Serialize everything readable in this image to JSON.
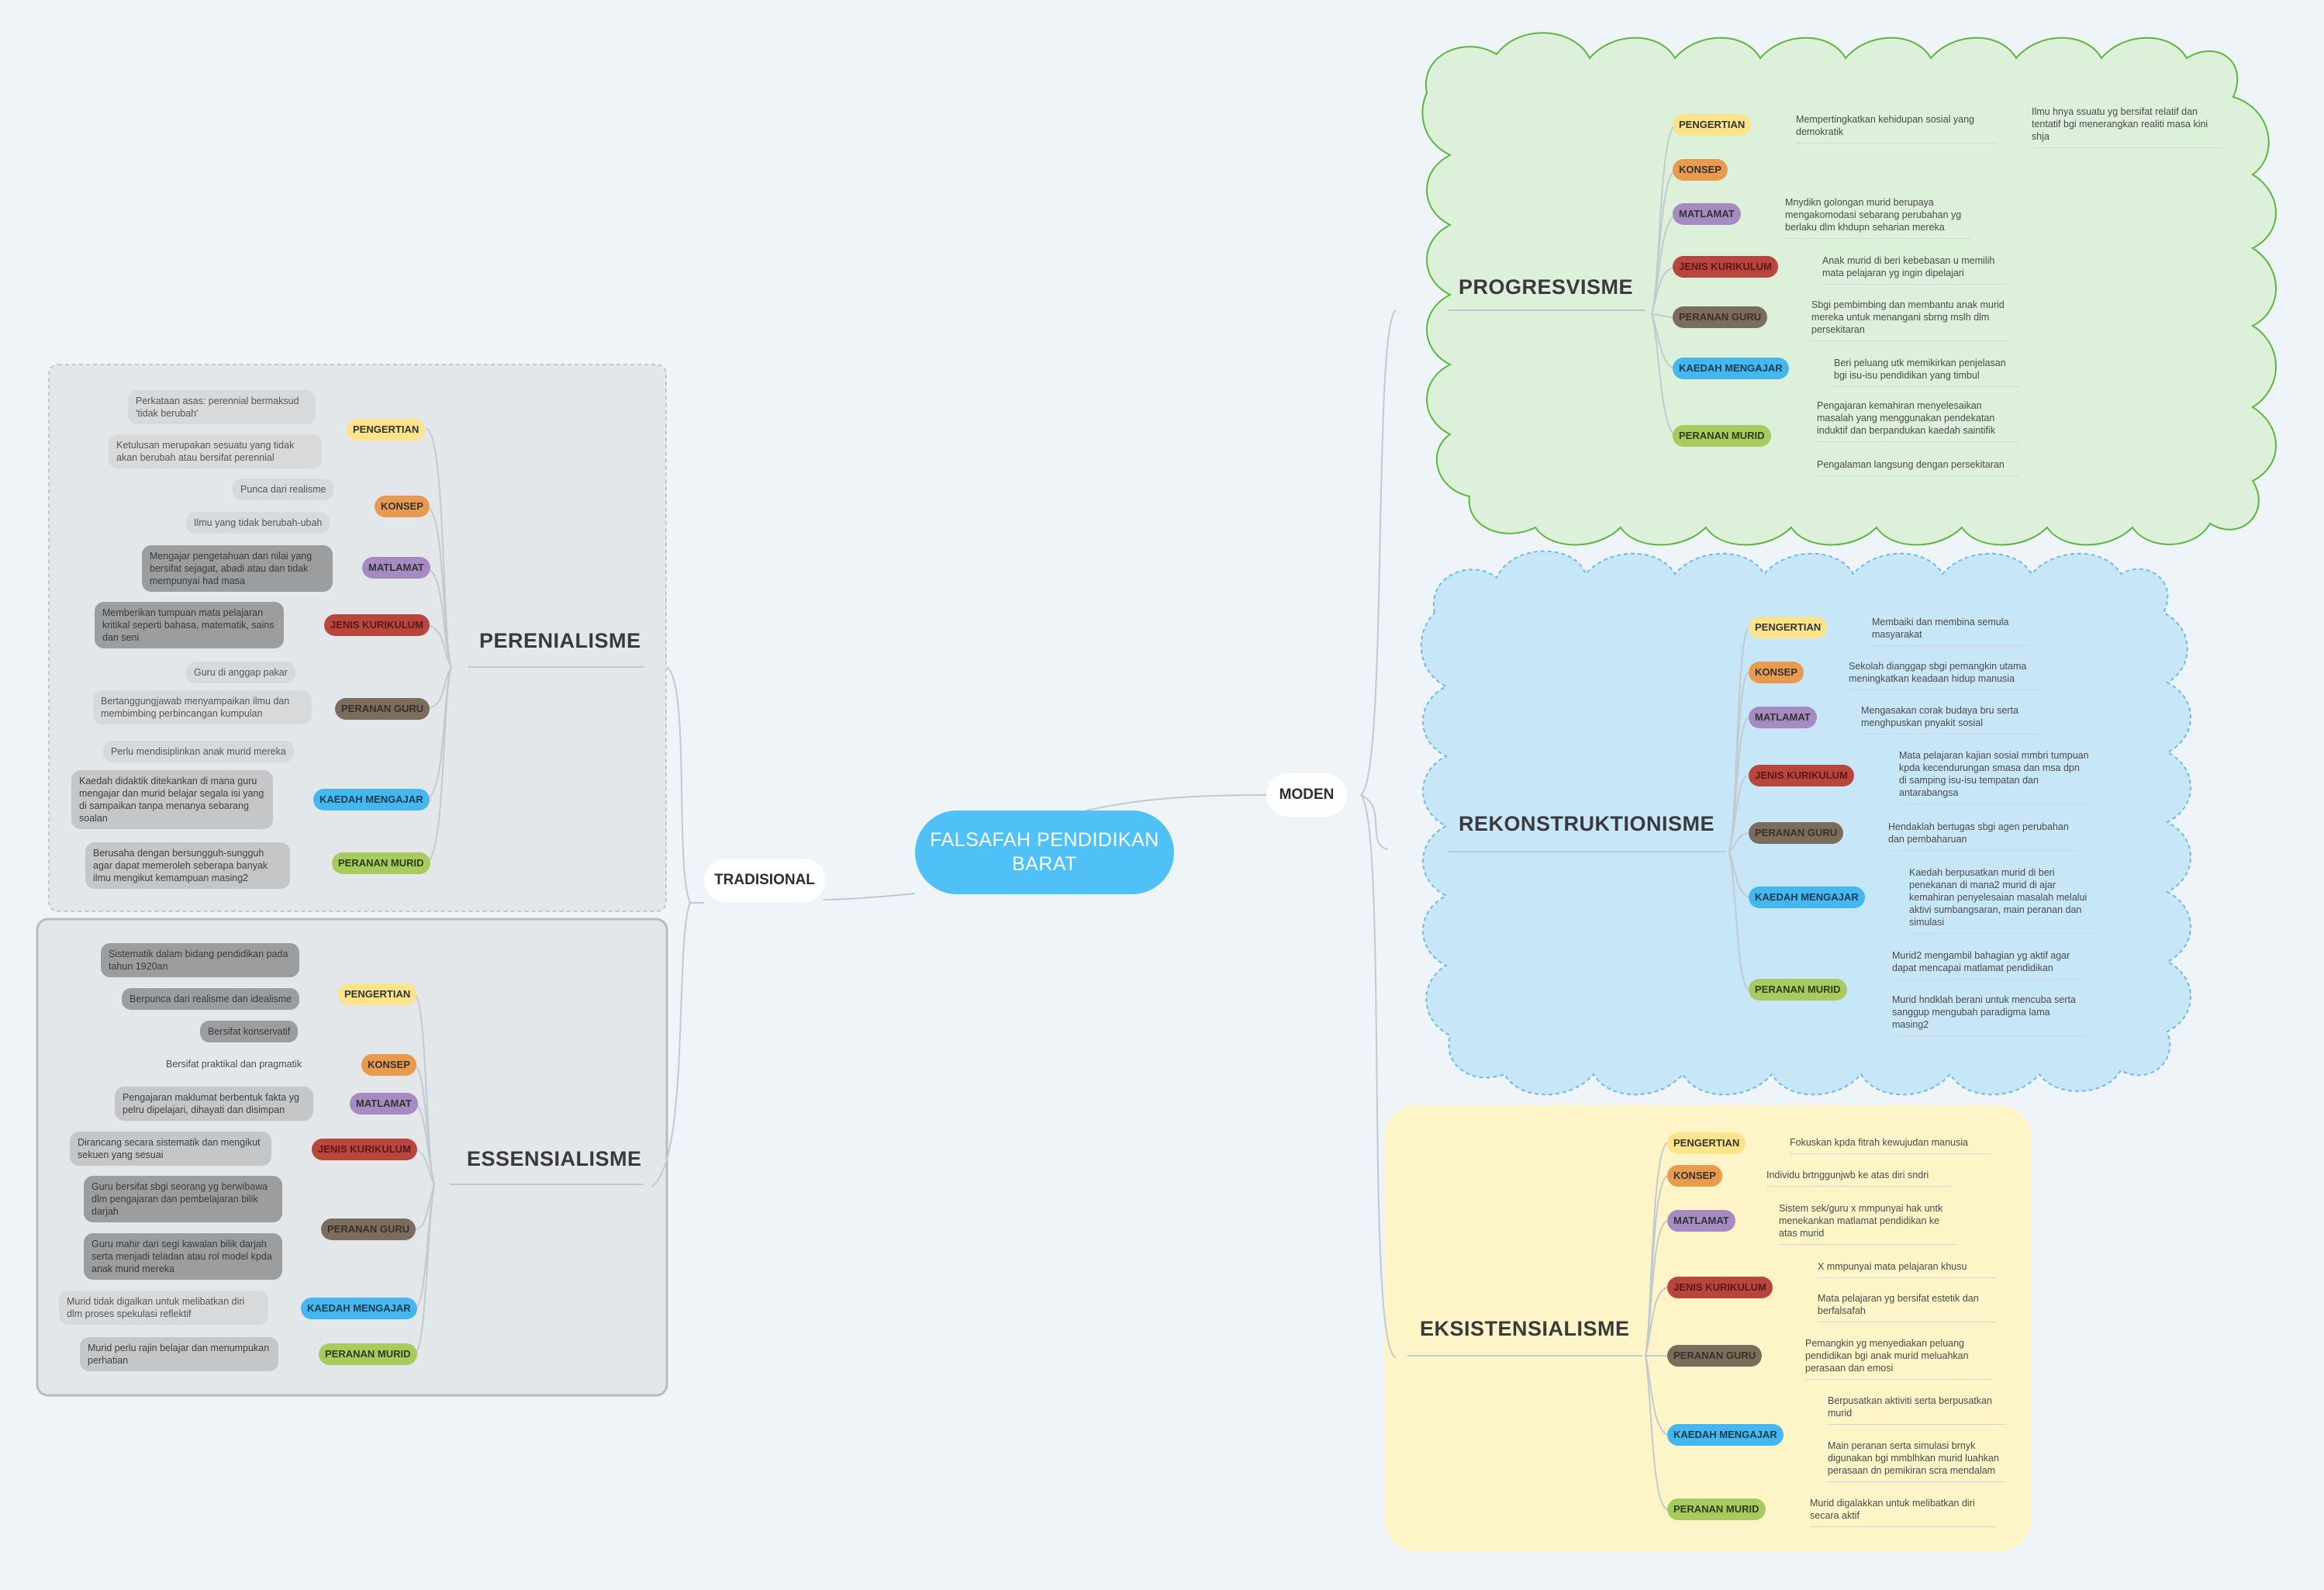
{
  "root": "FALSAFAH PENDIDIKAN BARAT",
  "branches": {
    "tradisional": "TRADISIONAL",
    "moden": "MODEN"
  },
  "perenialisme": {
    "title": "PERENIALISME",
    "pengertian": "PENGERTIAN",
    "pengertian_1": "Perkataan asas: perennial bermaksud 'tidak berubah'",
    "pengertian_2": "Ketulusan merupakan sesuatu yang tidak akan berubah atau bersifat perennial",
    "konsep": "KONSEP",
    "konsep_1": "Punca dari realisme",
    "konsep_2": "Ilmu yang tidak berubah-ubah",
    "matlamat": "MATLAMAT",
    "matlamat_1": "Mengajar pengetahuan dan nilai yang bersifat sejagat, abadi atau dan tidak mempunyai had masa",
    "jenis": "JENIS KURIKULUM",
    "jenis_1": "Memberikan tumpuan mata pelajaran kritikal seperti bahasa, matematik, sains dan seni",
    "guru": "PERANAN GURU",
    "guru_1": "Guru di anggap pakar",
    "guru_2": "Bertanggungjawab menyampaikan ilmu dan membimbing perbincangan kumpulan",
    "guru_3": "Perlu mendisiplinkan anak murid mereka",
    "kaedah": "KAEDAH MENGAJAR",
    "kaedah_1": "Kaedah didaktik ditekankan di mana guru mengajar dan murid belajar segala isi yang di sampaikan tanpa menanya sebarang soalan",
    "murid": "PERANAN MURID",
    "murid_1": "Berusaha dengan bersungguh-sungguh agar dapat memeroleh seberapa banyak ilmu mengikut kemampuan masing2"
  },
  "essensialisme": {
    "title": "ESSENSIALISME",
    "pengertian": "PENGERTIAN",
    "pengertian_1": "Sistematik dalam bidang pendidikan pada tahun 1920an",
    "pengertian_2": "Berpunca dari realisme dan idealisme",
    "pengertian_3": "Bersifat konservatif",
    "konsep": "KONSEP",
    "konsep_1": "Bersifat praktikal dan pragmatik",
    "matlamat": "MATLAMAT",
    "matlamat_1": "Pengajaran maklumat berbentuk fakta yg pelru dipelajari, dihayati dan disimpan",
    "jenis": "JENIS KURIKULUM",
    "jenis_1": "Dirancang secara sistematik dan mengikut sekuen yang sesuai",
    "guru": "PERANAN GURU",
    "guru_1": "Guru bersifat sbgi seorang yg berwibawa dlm pengajaran dan pembelajaran bilik darjah",
    "guru_2": "Guru mahir dari segi kawalan bilik darjah serta menjadi teladan atau rol model kpda anak murid mereka",
    "kaedah": "KAEDAH MENGAJAR",
    "kaedah_1": "Murid tidak digalkan untuk melibatkan diri dlm proses spekulasi reflektif",
    "murid": "PERANAN MURID",
    "murid_1": "Murid perlu rajin belajar dan menumpukan perhatian"
  },
  "progresvisme": {
    "title": "PROGRESVISME",
    "pengertian": "PENGERTIAN",
    "pengertian_1": "Mempertingkatkan kehidupan sosial yang demokratik",
    "pengertian_2": "Ilmu hnya ssuatu yg bersifat relatif dan tentatif bgi menerangkan realiti masa kini shja",
    "konsep": "KONSEP",
    "matlamat": "MATLAMAT",
    "matlamat_1": "Mnydikn golongan murid berupaya mengakomodasi sebarang perubahan yg berlaku dlm khdupn seharian mereka",
    "jenis": "JENIS KURIKULUM",
    "jenis_1": "Anak murid di beri kebebasan u memilih mata pelajaran yg ingin dipelajari",
    "guru": "PERANAN GURU",
    "guru_1": "Sbgi pembimbing dan membantu anak murid mereka untuk menangani sbrng mslh dlm persekitaran",
    "kaedah": "KAEDAH MENGAJAR",
    "kaedah_1": "Beri peluang utk memikirkan penjelasan bgi isu-isu pendidikan yang timbul",
    "murid": "PERANAN MURID",
    "murid_1": "Pengajaran kemahiran menyelesaikan masalah yang menggunakan pendekatan induktif dan berpandukan kaedah saintifik",
    "murid_2": "Pengalaman langsung dengan persekitaran"
  },
  "rekonstruktionisme": {
    "title": "REKONSTRUKTIONISME",
    "pengertian": "PENGERTIAN",
    "pengertian_1": "Membaiki dan membina semula masyarakat",
    "konsep": "KONSEP",
    "konsep_1": "Sekolah dianggap sbgi pemangkin utama meningkatkan keadaan hidup manusia",
    "matlamat": "MATLAMAT",
    "matlamat_1": "Mengasakan corak budaya bru serta menghpuskan pnyakit sosial",
    "jenis": "JENIS KURIKULUM",
    "jenis_1": "Mata pelajaran kajian sosial mmbri tumpuan kpda kecendurungan smasa dan msa dpn di samping isu-isu tempatan dan antarabangsa",
    "guru": "PERANAN GURU",
    "guru_1": "Hendaklah bertugas sbgi agen perubahan dan pembaharuan",
    "kaedah": "KAEDAH MENGAJAR",
    "kaedah_1": "Kaedah berpusatkan murid di beri penekanan di mana2 murid di ajar kemahiran penyelesaian masalah melalui aktivi sumbangsaran, main peranan dan simulasi",
    "murid": "PERANAN MURID",
    "murid_1": "Murid2 mengambil bahagian yg aktif agar dapat mencapai matlamat pendidikan",
    "murid_2": "Murid hndklah berani untuk mencuba serta sanggup mengubah paradigma lama masing2"
  },
  "eksistensialisme": {
    "title": "EKSISTENSIALISME",
    "pengertian": "PENGERTIAN",
    "pengertian_1": "Fokuskan kpda fitrah kewujudan manusia",
    "konsep": "KONSEP",
    "konsep_1": "Individu brtnggunjwb ke atas diri sndri",
    "matlamat": "MATLAMAT",
    "matlamat_1": "Sistem sek/guru x mmpunyai hak untk menekankan matlamat pendidikan ke atas murid",
    "jenis": "JENIS KURIKULUM",
    "jenis_1": "X mmpunyai mata pelajaran khusu",
    "jenis_2": "Mata pelajaran yg bersifat estetik dan berfalsafah",
    "guru": "PERANAN GURU",
    "guru_1": "Pemangkin yg menyediakan peluang pendidikan bgi anak murid meluahkan perasaan dan emosi",
    "kaedah": "KAEDAH MENGAJAR",
    "kaedah_1": "Berpusatkan aktiviti serta berpusatkan murid",
    "kaedah_2": "Main peranan serta simulasi brnyk digunakan bgi mmblhkan murid luahkan perasaan dn pemikiran scra mendalam",
    "murid": "PERANAN MURID",
    "murid_1": "Murid digalakkan untuk melibatkan diri secara aktif"
  },
  "colors": {
    "root": "#4fc1f7",
    "progres_bg": "#dcf0da",
    "progres_border": "#5cb83c",
    "rekon_bg": "#c7e6f8",
    "rekon_border": "#6cbbe8",
    "eksis_bg": "#fdf4c8",
    "tradisional_bg": "#e4e7ea"
  }
}
